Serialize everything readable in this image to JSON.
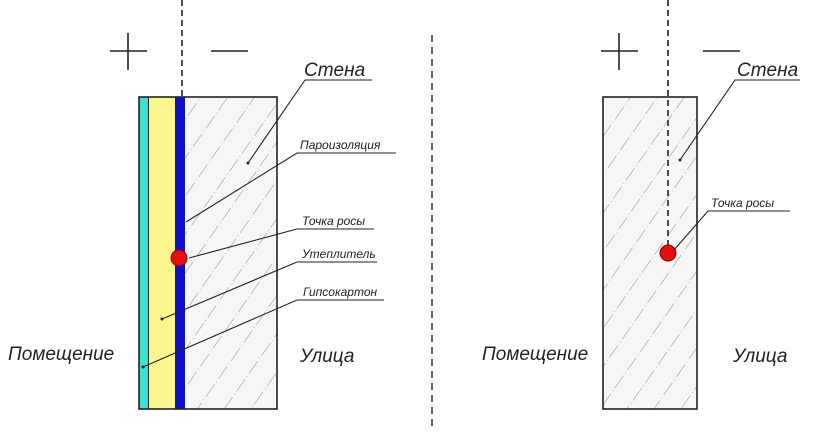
{
  "left_diagram": {
    "plus_sign": "+",
    "minus_sign": "—",
    "wall_label": "Стена",
    "vapor_barrier_label": "Пароизоляция",
    "dew_point_label": "Точка росы",
    "insulation_label": "Утеплитель",
    "drywall_label": "Гипсокартон",
    "room_label": "Помещение",
    "street_label": "Улица"
  },
  "right_diagram": {
    "plus_sign": "+",
    "minus_sign": "—",
    "wall_label": "Стена",
    "dew_point_label": "Точка росы",
    "room_label": "Помещение",
    "street_label": "Улица"
  },
  "colors": {
    "drywall": "#3fe0d0",
    "insulation": "#fbf58c",
    "vapor_barrier": "#1010c8",
    "dew_point": "#e01010",
    "wall_fill": "#f6f6f6"
  }
}
